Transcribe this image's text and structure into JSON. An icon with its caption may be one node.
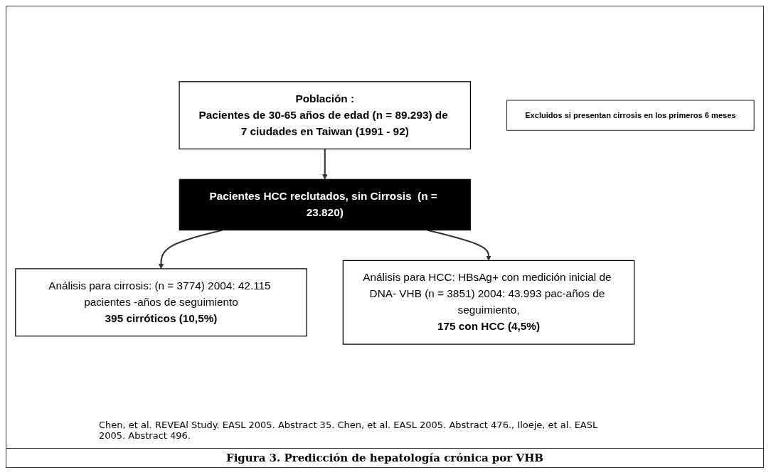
{
  "diagram": {
    "caption": "Figura 3. Predicción de hepatología crónica por VHB",
    "nodes": [
      {
        "text": [
          "Población :",
          "Pacientes de 30-65 años de edad (n = 89.293) de 7 ciudades en Taiwan (1991 - 92)"
        ]
      },
      {
        "text": [
          "Pacientes HCC reclutados, sin Cirrosis  (n = 23.820)"
        ]
      },
      {
        "text": [
          "Excluidos si presentan cirrosis en los primeros 6 meses"
        ]
      },
      {
        "text": [
          "Análisis para cirrosis: (n = 3774) 2004: 42.115 pacientes -años de seguimiento",
          "395 cirróticos (10,5%)"
        ]
      },
      {
        "text": [
          "Análisis para HCC: HBsAg+ con medición inicial de DNA- VHB (n = 3851) 2004: 43.993 pac-años de seguimiento,",
          "175 con HCC (4,5%)"
        ]
      }
    ],
    "edges": [
      {
        "from": 0,
        "to": 1,
        "arrow": "to"
      },
      {
        "from": 1,
        "to": 3,
        "arrow": "to"
      },
      {
        "from": 1,
        "to": 4,
        "arrow": "to"
      }
    ],
    "labels": [
      "Chen, et al. REVEAl Study.  EASL 2005. Abstract 35.  Chen, et al. EASL 2005. Abstract 476., Iloeje, et al. EASL 2005. Abstract 496."
    ]
  }
}
